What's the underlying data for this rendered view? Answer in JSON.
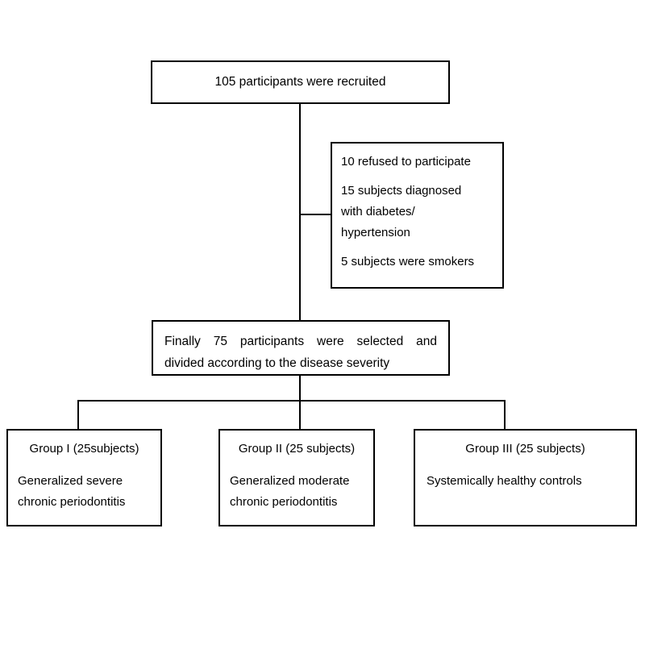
{
  "diagram": {
    "title": "Study participant recruitment and grouping flowchart",
    "stroke_color": "#000000",
    "background_color": "#ffffff"
  },
  "nodes": {
    "recruited": {
      "text": "105 participants were recruited"
    },
    "exclusions": {
      "items": [
        "10 refused to participate",
        "15 subjects diagnosed",
        "with diabetes/",
        "hypertension",
        "5 subjects were smokers"
      ]
    },
    "selected": {
      "line1": "Finally 75 participants were selected and",
      "line2": "divided according to the disease severity"
    },
    "groups": [
      {
        "title": "Group I (25subjects)",
        "body_line1": "Generalized severe",
        "body_line2": "chronic  periodontitis"
      },
      {
        "title": "Group II (25 subjects)",
        "body_line1": "Generalized moderate",
        "body_line2": "chronic  periodontitis"
      },
      {
        "title": "Group III  (25 subjects)",
        "body_line1": "Systemically healthy controls",
        "body_line2": ""
      }
    ]
  }
}
